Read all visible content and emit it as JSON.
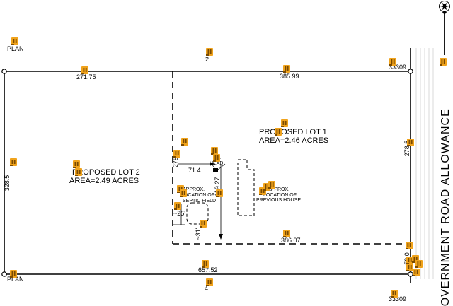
{
  "labels": {
    "plan_top": "PLAN",
    "plan_bottom": "PLAN",
    "lot2_top": "2",
    "lot4_bottom": "4",
    "dim_top_left": "271.75",
    "dim_top_right": "385.99",
    "num_top_right": "33309",
    "num_bottom_right": "33309",
    "dim_left": "328.5",
    "dim_right_upper": "278.5",
    "dim_right_lower": "50.0",
    "dim_bottom": "657.52",
    "dim_inner_bottom": "386.07",
    "dim_inner_left": "278.5",
    "dim_71": "71.4",
    "dim_119": "119.27",
    "dim_25": "~25'",
    "dim_31": "~31'",
    "lot1_name": "PROPOSED LOT 1",
    "lot1_area": "AREA=2.46  ACRES",
    "lot2_name": "PROPOSED LOT 2",
    "lot2_area": "AREA=2.49  ACRES",
    "well_1": "L",
    "well_2": "HEAD",
    "septic_1": "APPROX.",
    "septic_2": "LOCATION OF",
    "septic_3": "SEPTIC FIELD",
    "house_1": "APPROX.",
    "house_2": "LOCATION OF",
    "house_3": "PREVIOUS HOUSE",
    "road": "GOVERNMENT   ROAD   ALLOWANCE",
    "north": "N"
  },
  "colors": {
    "marker": "#f0a31c",
    "marker_dark": "#7a4a00",
    "line": "#000000",
    "road": "#d9d9d9"
  }
}
